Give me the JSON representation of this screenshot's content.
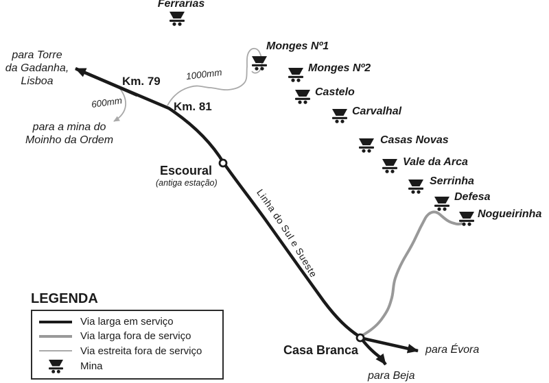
{
  "stations": {
    "escoural": {
      "name": "Escoural",
      "note": "(antiga estação)"
    },
    "casa_branca": {
      "name": "Casa Branca"
    }
  },
  "mines": [
    {
      "name": "Ferrarias"
    },
    {
      "name": "Monges Nº1"
    },
    {
      "name": "Monges Nº2"
    },
    {
      "name": "Castelo"
    },
    {
      "name": "Carvalhal"
    },
    {
      "name": "Casas Novas"
    },
    {
      "name": "Vale da Arca"
    },
    {
      "name": "Serrinha"
    },
    {
      "name": "Defesa"
    },
    {
      "name": "Nogueirinha"
    }
  ],
  "km_markers": {
    "km79": "Km. 79",
    "km81": "Km. 81"
  },
  "gauges": {
    "mm1000": "1000mm",
    "mm600": "600mm"
  },
  "directions": {
    "lisboa": "para Torre\nda Gadanha,\nLisboa",
    "moinho": "para a mina do\nMoinho da Ordem",
    "evora": "para Évora",
    "beja": "para Beja"
  },
  "railway_label": "Linha do Sul e Sueste",
  "legend": {
    "title": "LEGENDA",
    "items": [
      {
        "label": "Via larga em serviço",
        "swatch": "thick-black-line"
      },
      {
        "label": "Via larga fora de serviço",
        "swatch": "thick-gray-line"
      },
      {
        "label": "Via estreita fora de serviço",
        "swatch": "thin-gray-line"
      },
      {
        "label": "Mina",
        "swatch": "mine-cart-icon"
      }
    ]
  },
  "colors": {
    "line_in_service": "#1a1a1a",
    "broad_gauge_out_of_service": "#999999",
    "narrow_gauge_out_of_service": "#a9a9a9",
    "background": "#ffffff",
    "text": "#1a1a1a"
  }
}
